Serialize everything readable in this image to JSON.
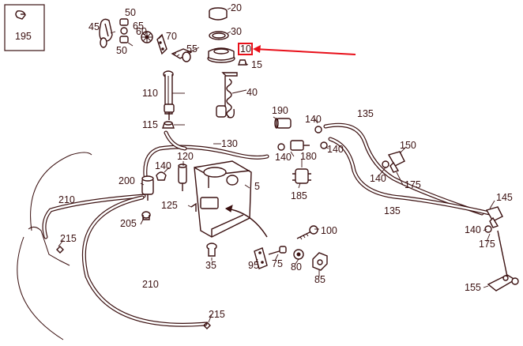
{
  "diagram": {
    "ref_box_label": "195",
    "highlighted_label": "10",
    "highlight_color": "#e8101a",
    "ink_color": "#3a1010",
    "labels": {
      "p20": "20",
      "p30": "30",
      "p10": "10",
      "p15": "15",
      "p40": "40",
      "p45": "45",
      "p50a": "50",
      "p50b": "50",
      "p65": "65",
      "p60": "60",
      "p70": "70",
      "p55": "55",
      "p110": "110",
      "p115": "115",
      "p130": "130",
      "p190": "190",
      "p140a": "140",
      "p140b": "140",
      "p140c": "140",
      "p180": "180",
      "p135a": "135",
      "p150": "150",
      "p140d": "140",
      "p175a": "175",
      "p185": "185",
      "p140e": "140",
      "p120": "120",
      "p200": "200",
      "p125": "125",
      "p5": "5",
      "p210a": "210",
      "p205": "205",
      "p215a": "215",
      "p100": "100",
      "p135b": "135",
      "p145": "145",
      "p140f": "140",
      "p175b": "175",
      "p35": "35",
      "p95": "95",
      "p75": "75",
      "p80": "80",
      "p85": "85",
      "p210b": "210",
      "p215b": "215",
      "p155": "155"
    }
  }
}
